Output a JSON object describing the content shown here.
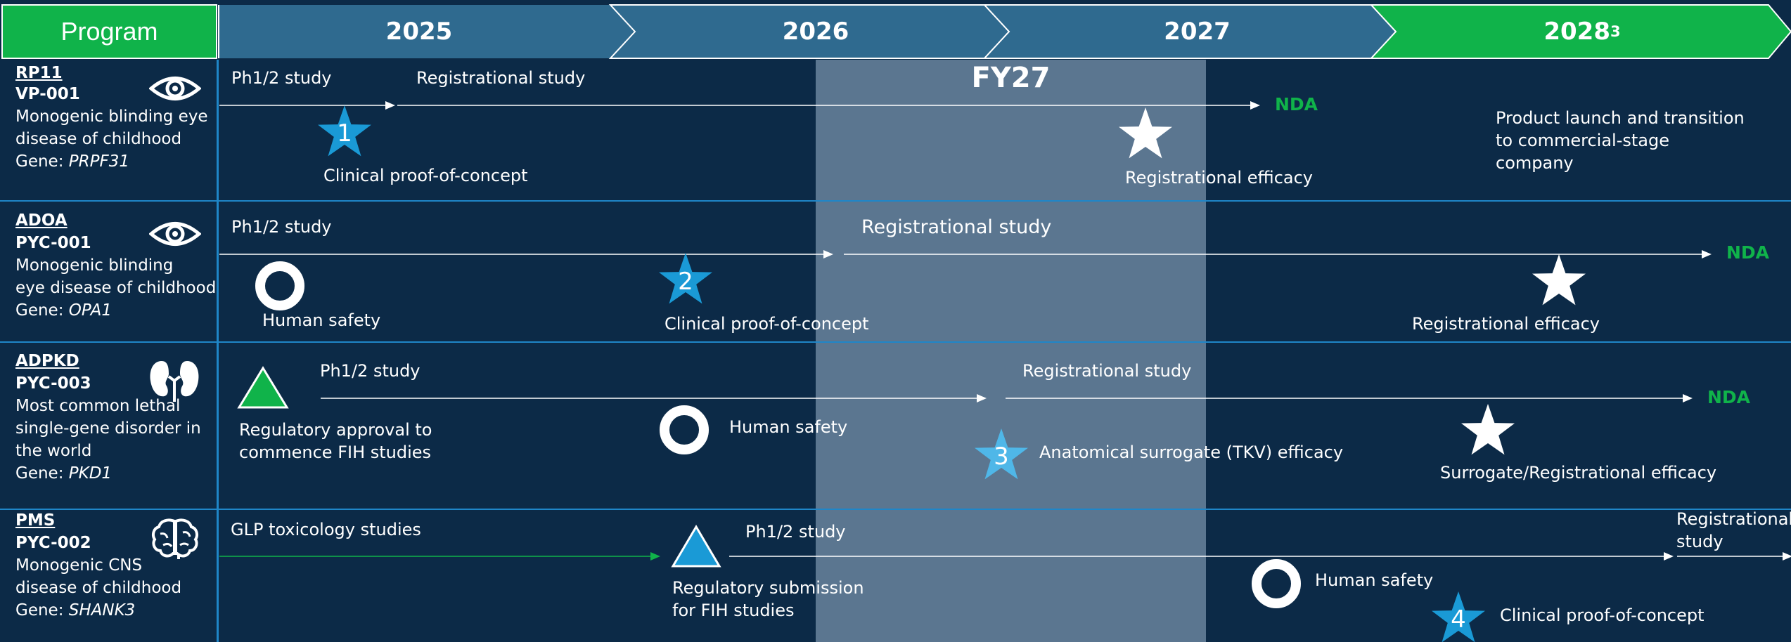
{
  "header": {
    "program": "Program",
    "years": [
      "2025",
      "2026",
      "2027",
      "2028"
    ],
    "year_2028_superscript": "3"
  },
  "fy_band_label": "FY27",
  "rows": [
    {
      "indication": "RP11",
      "code": "VP-001",
      "desc": [
        "Monogenic blinding eye",
        "disease of childhood"
      ],
      "gene_prefix": "Gene: ",
      "gene": "PRPF31",
      "icon": "eye-icon"
    },
    {
      "indication": "ADOA",
      "code": "PYC-001",
      "desc": [
        "Monogenic blinding",
        "eye disease of childhood"
      ],
      "gene_prefix": "Gene: ",
      "gene": "OPA1",
      "icon": "eye-icon"
    },
    {
      "indication": "ADPKD",
      "code": "PYC-003",
      "desc": [
        "Most common lethal",
        "single-gene disorder in",
        "the world"
      ],
      "gene_prefix": "Gene: ",
      "gene": "PKD1",
      "icon": "kidney-icon"
    },
    {
      "indication": "PMS",
      "code": "PYC-002",
      "desc": [
        "Monogenic CNS",
        "disease of childhood"
      ],
      "gene_prefix": "Gene: ",
      "gene": "SHANK3",
      "icon": "brain-icon"
    }
  ],
  "row1": {
    "ph12": "Ph1/2 study",
    "reg": "Registrational study",
    "nda": "NDA",
    "star1_num": "1",
    "star1_label": "Clinical proof-of-concept",
    "star_white_label": "Registrational efficacy",
    "launch": [
      "Product launch and transition",
      "to commercial-stage",
      "company"
    ]
  },
  "row2": {
    "ph12": "Ph1/2 study",
    "reg": "Registrational study",
    "nda": "NDA",
    "circle_label": "Human safety",
    "star2_num": "2",
    "star2_label": "Clinical proof-of-concept",
    "star_white_label": "Registrational efficacy"
  },
  "row3": {
    "ph12": "Ph1/2 study",
    "reg": "Registrational study",
    "nda": "NDA",
    "triangle_label": [
      "Regulatory approval to",
      "commence FIH studies"
    ],
    "circle_label": "Human safety",
    "star3_num": "3",
    "star3_label": "Anatomical surrogate (TKV) efficacy",
    "star_white_label": "Surrogate/Registrational efficacy"
  },
  "row4": {
    "glp": "GLP toxicology studies",
    "ph12": "Ph1/2 study",
    "reg": [
      "Registrational",
      "study"
    ],
    "triangle_label": [
      "Regulatory submission",
      "for FIH studies"
    ],
    "circle_label": "Human safety",
    "star4_num": "4",
    "star4_label": "Clinical proof-of-concept"
  },
  "colors": {
    "background": "#0c2a47",
    "header_green": "#10b34a",
    "header_blue": "#2f6a8f",
    "band": "#5b7690",
    "star_blue": "#1a9ad6",
    "nda_green": "#10b34a",
    "divider": "#1f86c8"
  }
}
